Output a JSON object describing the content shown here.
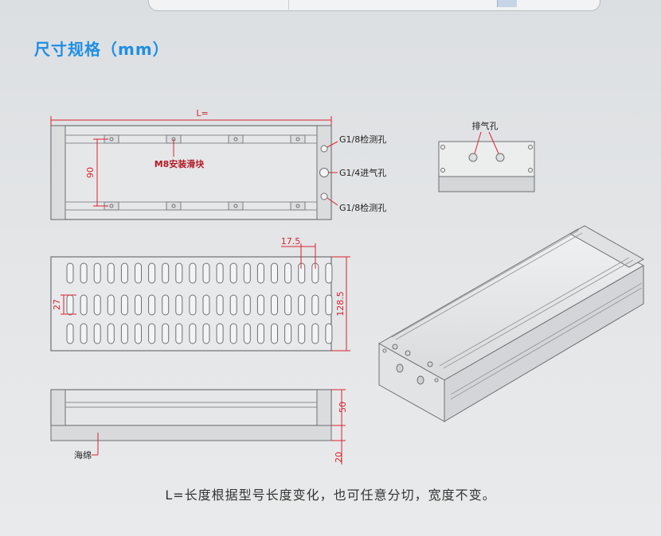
{
  "section_title": "尺寸规格（mm）",
  "labels": {
    "length": "L=",
    "dim_90": "90",
    "slider": "M8安装滑块",
    "port_top": "G1/8检测孔",
    "port_mid": "G1/4进气孔",
    "port_bottom": "G1/8检测孔",
    "exhaust": "排气孔",
    "dim_17_5": "17.5",
    "dim_27": "27",
    "dim_128_5": "128.5",
    "dim_50": "50",
    "dim_20": "20",
    "sponge": "海绵"
  },
  "note": "L=长度根据型号长度变化，也可任意分切，宽度不变。",
  "colors": {
    "title": "#1f8fe3",
    "dimension": "#d9232f",
    "outline": "#6d7074",
    "part_fill": "#e7e8ea"
  }
}
